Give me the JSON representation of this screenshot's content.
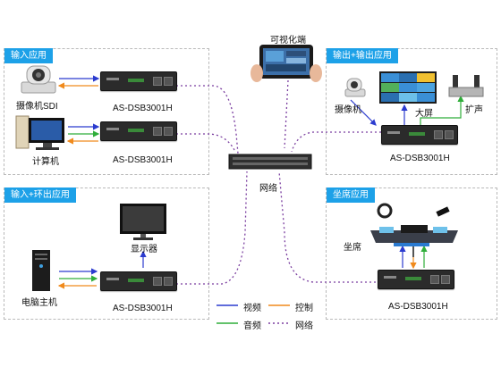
{
  "sections": {
    "input": "输入应用",
    "output": "输出+输出应用",
    "loop": "输入+环出应用",
    "seat": "坐席应用"
  },
  "labels": {
    "visual_terminal": "可视化端",
    "camera_sdi": "摄像机SDI",
    "computer": "计算机",
    "camera": "摄像机",
    "big_screen": "大屏",
    "speaker": "扩声",
    "network_center": "网络",
    "monitor": "显示器",
    "pc_host": "电脑主机",
    "seat": "坐席"
  },
  "device_model": "AS-DSB3001H",
  "legend": {
    "video": "视频",
    "control": "控制",
    "audio": "音频",
    "network": "网络"
  },
  "colors": {
    "video": "#2b3bcf",
    "control": "#f08a1c",
    "audio": "#2fae3a",
    "network": "#7b3fa0",
    "tag": "#1da1e8"
  }
}
